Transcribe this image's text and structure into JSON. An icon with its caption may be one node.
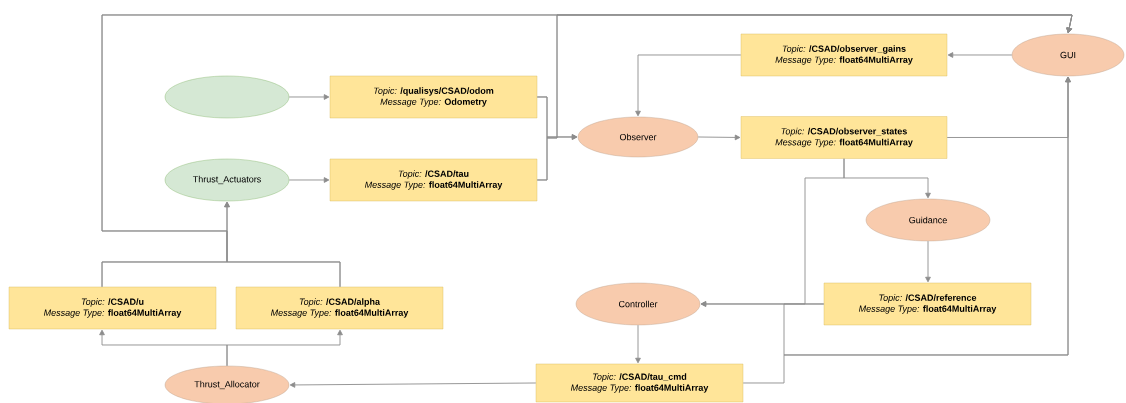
{
  "diagram": {
    "nodes": [
      {
        "text": [],
        "shape": "ellipse"
      },
      {
        "text": [
          "*Topic:* **/qualisys/CSAD/odom**",
          "*Message Type:* **Odometry**"
        ]
      },
      {
        "text": [
          "Thrust_Actuators"
        ]
      },
      {
        "text": [
          "*Topic:* **/CSAD/tau**",
          "*Message Type:* **float64MultiArray**"
        ]
      },
      {
        "text": [
          "Observer"
        ]
      },
      {
        "text": [
          "*Topic:* **/CSAD/observer_gains**",
          "*Message Type:* **float64MultiArray**"
        ]
      },
      {
        "text": [
          "GUI"
        ]
      },
      {
        "text": [
          "*Topic:* **/CSAD/observer_states**",
          "*Message Type:* **float64MultiArray**"
        ]
      },
      {
        "text": [
          "Guidance"
        ]
      },
      {
        "text": [
          "*Topic:* **/CSAD/reference**",
          "*Message Type:* **float64MultiArray**"
        ]
      },
      {
        "text": [
          "Controller"
        ]
      },
      {
        "text": [
          "*Topic:* **/CSAD/u**",
          "*Message Type:* **float64MultiArray**"
        ]
      },
      {
        "text": [
          "*Topic:* **/CSAD/alpha**",
          "*Message Type:* **float64MultiArray**"
        ]
      },
      {
        "text": [
          "Thrust_Allocator"
        ]
      },
      {
        "text": [
          "*Topic:* **/CSAD/tau_cmd**",
          "*Message Type:* **float64MultiArray**"
        ]
      }
    ],
    "edges": [
      {
        "from": 0,
        "to": 1,
        "arrow": "to"
      },
      {
        "from": 2,
        "to": 3,
        "arrow": "to"
      },
      {
        "from": 1,
        "to": 4,
        "arrow": "to"
      },
      {
        "from": 3,
        "to": 4,
        "arrow": "to"
      },
      {
        "from": 4,
        "to": 7,
        "arrow": "to"
      },
      {
        "from": 6,
        "to": 5,
        "arrow": "to"
      },
      {
        "from": 5,
        "to": 4,
        "arrow": "to"
      },
      {
        "from": 7,
        "to": 6,
        "arrow": "to"
      },
      {
        "from": 7,
        "to": 8,
        "arrow": "to"
      },
      {
        "from": 7,
        "to": 10,
        "arrow": "to"
      },
      {
        "from": 8,
        "to": 9,
        "arrow": "to"
      },
      {
        "from": 9,
        "to": 10,
        "arrow": "to"
      },
      {
        "from": 9,
        "to": 6,
        "arrow": "to"
      },
      {
        "from": 14,
        "to": 6,
        "arrow": "to"
      },
      {
        "from": 10,
        "to": 14,
        "arrow": "to"
      },
      {
        "from": 14,
        "to": 13,
        "arrow": "to"
      },
      {
        "from": 13,
        "to": 11,
        "arrow": "to"
      },
      {
        "from": 13,
        "to": 12,
        "arrow": "to"
      },
      {
        "from": 11,
        "to": 2,
        "arrow": "to"
      },
      {
        "from": 12,
        "to": 2,
        "arrow": "to"
      },
      {
        "from": 11,
        "to": 6,
        "arrow": "to"
      },
      {
        "from": 12,
        "to": 6,
        "arrow": "to"
      },
      {
        "from": 1,
        "to": 6,
        "arrow": "to"
      },
      {
        "from": 3,
        "to": 6,
        "arrow": "to"
      }
    ]
  }
}
